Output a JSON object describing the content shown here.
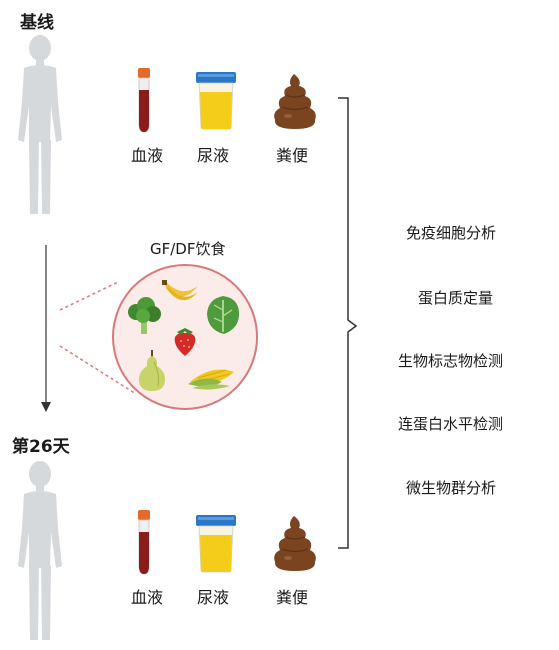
{
  "baseline": {
    "title": "基线",
    "samples": [
      {
        "icon": "blood-tube-icon",
        "label": "血液"
      },
      {
        "icon": "urine-cup-icon",
        "label": "尿液"
      },
      {
        "icon": "stool-icon",
        "label": "粪便"
      }
    ]
  },
  "diet": {
    "label": "GF/DF饮食",
    "foods": [
      "broccoli-icon",
      "banana-icon",
      "lettuce-icon",
      "strawberry-icon",
      "pear-icon",
      "corn-icon"
    ]
  },
  "day26": {
    "title": "第26天",
    "samples": [
      {
        "icon": "blood-tube-icon",
        "label": "血液"
      },
      {
        "icon": "urine-cup-icon",
        "label": "尿液"
      },
      {
        "icon": "stool-icon",
        "label": "粪便"
      }
    ]
  },
  "analyses": [
    "免疫细胞分析",
    "蛋白质定量",
    "生物标志物检测",
    "连蛋白水平检测",
    "微生物群分析"
  ],
  "colors": {
    "person": "#d6d9dc",
    "timeline_arrow": "#333333",
    "diet_circle_fill": "#fbecea",
    "diet_circle_stroke": "#d9787a",
    "blood": "#8b1c1c",
    "tube_cap": "#e46a2a",
    "urine": "#f4cc1a",
    "cup_lid": "#2a77c9",
    "stool": "#7a4420"
  }
}
